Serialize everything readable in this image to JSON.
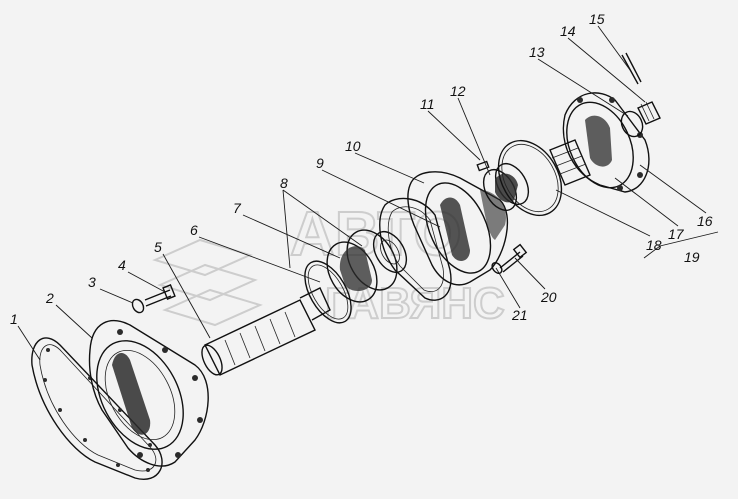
{
  "diagram": {
    "callouts": [
      "1",
      "2",
      "3",
      "4",
      "5",
      "6",
      "7",
      "8",
      "9",
      "10",
      "11",
      "12",
      "13",
      "14",
      "15",
      "16",
      "17",
      "18",
      "19",
      "20",
      "21"
    ]
  },
  "watermark": {
    "line1": "АВТО",
    "line2": "ГАВЯНС"
  }
}
